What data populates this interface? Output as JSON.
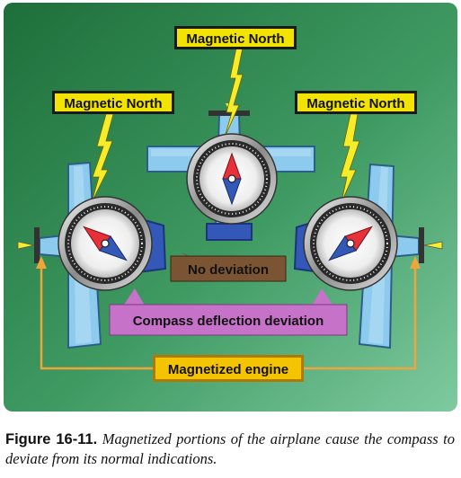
{
  "figure": {
    "labels": {
      "north_top": "Magnetic North",
      "north_left": "Magnetic North",
      "north_right": "Magnetic North",
      "no_deviation": "No deviation",
      "compass_deflection": "Compass deflection deviation",
      "magnetized_engine": "Magnetized engine"
    },
    "colors": {
      "background_dark": "#1e6f3a",
      "background_light": "#6bbf8c",
      "airplane": "#8ccbee",
      "airplane_outline": "#2b5f88",
      "north_label_bg": "#f2e400",
      "no_deviation_bg": "#7b5533",
      "compass_deflection_bg": "#c572c8",
      "engine_label_bg": "#f5c400",
      "engine_arrow": "#f0a43a",
      "needle_north": "#e8303a",
      "needle_south": "#3358b8",
      "lightning": "#f7ec2a"
    }
  },
  "caption": {
    "figure_number": "Figure 16-11.",
    "text": "Magnetized portions of the airplane cause the compass to deviate from its normal indications."
  }
}
